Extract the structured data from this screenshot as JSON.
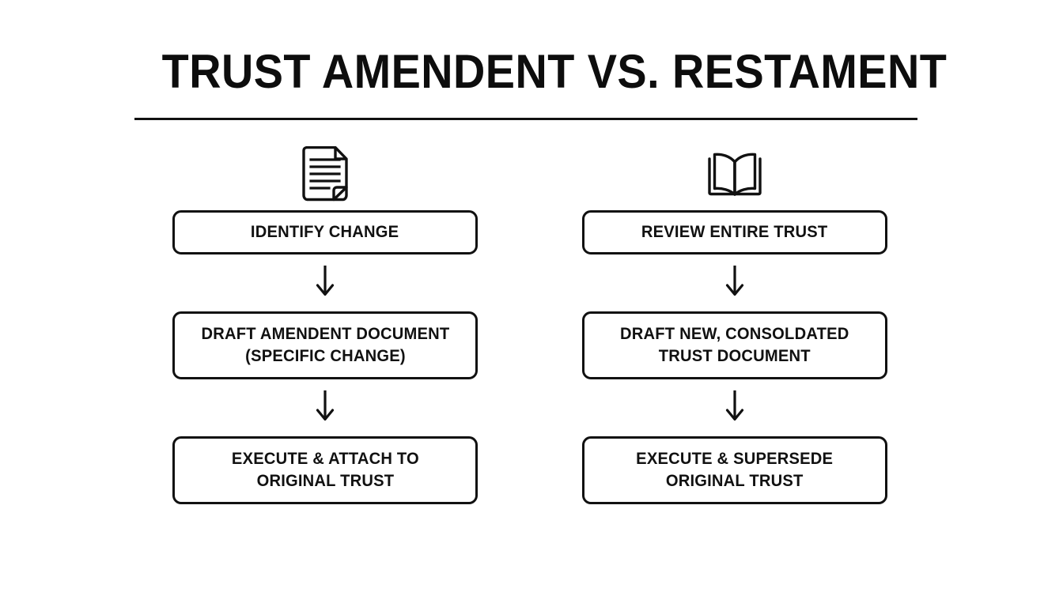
{
  "page": {
    "background_color": "#ffffff",
    "ink_color": "#111111",
    "title": "TRUST AMENDENT VS. RESTAMENT",
    "divider": true
  },
  "columns": [
    {
      "id": "amendment",
      "icon": "document-icon",
      "steps": [
        {
          "lines": [
            "IDENTIFY CHANGE"
          ]
        },
        {
          "lines": [
            "DRAFT AMENDENT DOCUMENT",
            "(SPECIFIC CHANGE)"
          ]
        },
        {
          "lines": [
            "EXECUTE & ATTACH TO",
            "ORIGINAL TRUST"
          ]
        }
      ],
      "connectors": [
        "down-arrow-icon",
        "down-arrow-icon"
      ]
    },
    {
      "id": "restatement",
      "icon": "open-book-icon",
      "steps": [
        {
          "lines": [
            "REVIEW ENTIRE TRUST"
          ]
        },
        {
          "lines": [
            "DRAFT NEW, CONSOLDATED",
            "TRUST DOCUMENT"
          ]
        },
        {
          "lines": [
            "EXECUTE & SUPERSEDE",
            "ORIGINAL TRUST"
          ]
        }
      ],
      "connectors": [
        "down-arrow-icon",
        "down-arrow-icon"
      ]
    }
  ],
  "flat_labels": {
    "left_step_1": "IDENTIFY CHANGE",
    "left_step_2_line1": "DRAFT AMENDENT DOCUMENT",
    "left_step_2_line2": "(SPECIFIC CHANGE)",
    "left_step_3_line1": "EXECUTE & ATTACH TO",
    "left_step_3_line2": "ORIGINAL TRUST",
    "right_step_1": "REVIEW ENTIRE TRUST",
    "right_step_2_line1": "DRAFT NEW, CONSOLDATED",
    "right_step_2_line2": "TRUST DOCUMENT",
    "right_step_3_line1": "EXECUTE & SUPERSEDE",
    "right_step_3_line2": "ORIGINAL TRUST"
  }
}
